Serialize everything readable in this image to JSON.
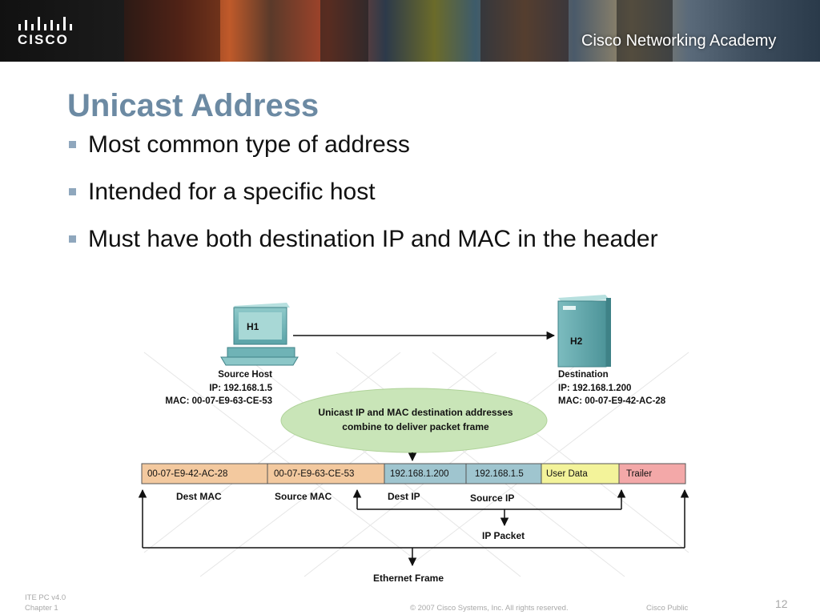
{
  "header": {
    "brand": "CISCO",
    "academy": "Cisco Networking Academy"
  },
  "slide": {
    "title": "Unicast Address",
    "bullets": [
      "Most common type of address",
      "Intended for a specific host",
      "Must have both destination IP and MAC in the header"
    ]
  },
  "diagram": {
    "source": {
      "host": "H1",
      "label": "Source Host",
      "ip": "IP: 192.168.1.5",
      "mac": "MAC: 00-07-E9-63-CE-53"
    },
    "destination": {
      "host": "H2",
      "label": "Destination",
      "ip": "IP: 192.168.1.200",
      "mac": "MAC: 00-07-E9-42-AC-28"
    },
    "callout": {
      "line1": "Unicast IP and MAC destination addresses",
      "line2": "combine to deliver packet frame"
    },
    "frame_fields": [
      {
        "value": "00-07-E9-42-AC-28",
        "color": "#f3c99f"
      },
      {
        "value": "00-07-E9-63-CE-53",
        "color": "#f3c99f"
      },
      {
        "value": "192.168.1.200",
        "color": "#9fc5cf"
      },
      {
        "value": "192.168.1.5",
        "color": "#9fc5cf"
      },
      {
        "value": "User Data",
        "color": "#f3f39a"
      },
      {
        "value": "Trailer",
        "color": "#f3a8a8"
      }
    ],
    "field_labels": {
      "dest_mac": "Dest MAC",
      "source_mac": "Source MAC",
      "dest_ip": "Dest IP",
      "source_ip": "Source IP"
    },
    "ip_packet": "IP Packet",
    "ethernet_frame": "Ethernet Frame"
  },
  "footer": {
    "version": "ITE PC v4.0",
    "chapter": "Chapter 1",
    "copyright": "© 2007 Cisco Systems, Inc. All rights reserved.",
    "classification": "Cisco Public",
    "page": "12"
  }
}
